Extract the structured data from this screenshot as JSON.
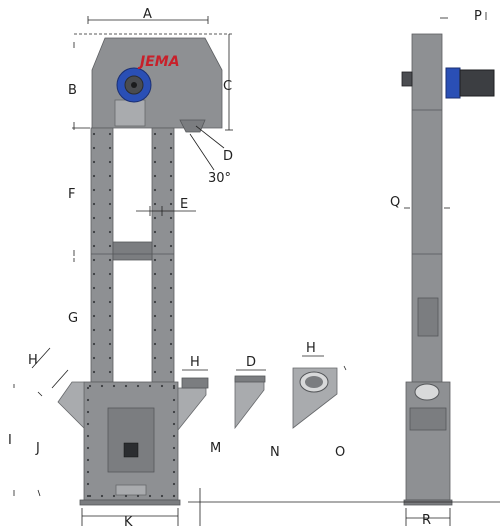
{
  "brand": {
    "name": "JEMA"
  },
  "dimension_labels": {
    "A": "A",
    "B": "B",
    "C": "C",
    "D": "D",
    "angle": "30°",
    "E": "E",
    "F": "F",
    "G": "G",
    "H_inlet": "H",
    "H_spout": "H",
    "D_spout": "D",
    "H_spout2": "H",
    "I": "I",
    "J": "J",
    "K": "K",
    "M": "M",
    "N": "N",
    "O": "O",
    "P": "P",
    "Q": "Q",
    "R": "R"
  },
  "colors": {
    "steel": "#8e9093",
    "steel_dark": "#7b7d80",
    "motor_blue": "#2a4fb5",
    "brand_red": "#c8202a",
    "dimension_line": "#222222"
  },
  "icons": {
    "motor": "gear-motor-icon",
    "inspection": "inspection-door-icon"
  }
}
